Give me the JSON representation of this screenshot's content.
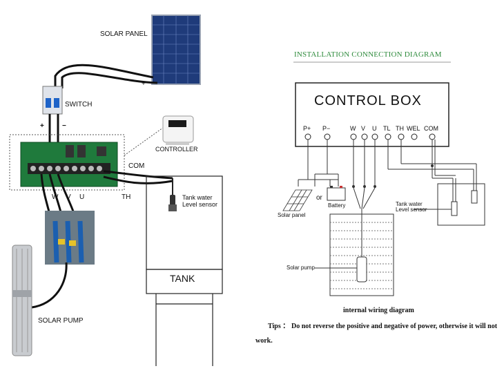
{
  "left": {
    "solar_panel": "SOLAR PANEL",
    "plus": "+",
    "switch": "SWITCH",
    "switch_plus": "+",
    "switch_minus": "−",
    "controller": "CONTROLLER",
    "com": "COM",
    "th": "TH",
    "w": "W",
    "v": "V",
    "u": "U",
    "tank_sensor_line1": "Tank water",
    "tank_sensor_line2": "Level sensor",
    "tank": "TANK",
    "solar_pump": "SOLAR PUMP"
  },
  "right": {
    "title": "INSTALLATION CONNECTION DIAGRAM",
    "control_box": "CONTROL BOX",
    "terminals": [
      "P+",
      "P−",
      "W",
      "V",
      "U",
      "TL",
      "TH",
      "WEL",
      "COM"
    ],
    "or": "or",
    "solar_panel": "Solar panel",
    "battery": "Battery",
    "sensor_line1": "Tank water",
    "sensor_line2": "Level sensor",
    "solar_pump": "Solar pump",
    "internal": "internal wiring diagram",
    "tips_label": "Tips ：",
    "tips_text": "Do not reverse the positive and negative of power, otherwise it will not",
    "tips_text2": "work."
  }
}
